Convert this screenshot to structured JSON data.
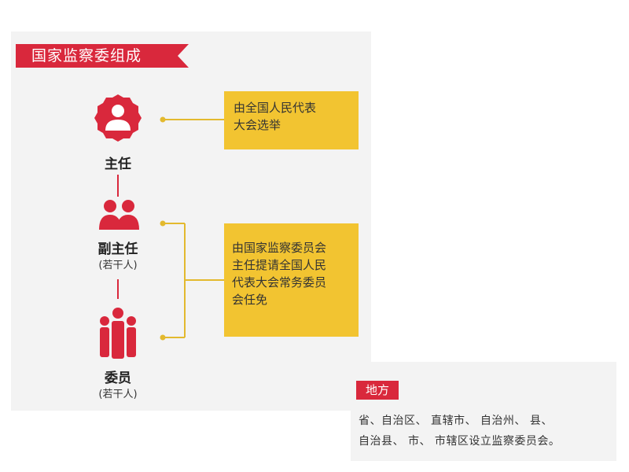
{
  "title": "国家监察委组成",
  "roles": [
    {
      "label": "主任",
      "sub": "",
      "icon": "single-person-badge-icon"
    },
    {
      "label": "副主任",
      "sub": "(若干人)",
      "icon": "two-persons-icon"
    },
    {
      "label": "委员",
      "sub": "(若干人)",
      "icon": "group-persons-icon"
    }
  ],
  "boxes": [
    {
      "lines": [
        "由全国人民代表",
        "大会选举"
      ]
    },
    {
      "lines": [
        "由国家监察委员会",
        "主任提请全国人民",
        "代表大会常务委员",
        "会任免"
      ]
    }
  ],
  "local": {
    "tag": "地方",
    "lines": [
      "省、自治区、 直辖市、 自治州、 县、",
      "自治县、 市、 市辖区设立监察委员会。"
    ]
  },
  "colors": {
    "red": "#d9283c",
    "yellow": "#f2c431",
    "connector": "#e3b92e",
    "panel": "#f3f3f3"
  }
}
